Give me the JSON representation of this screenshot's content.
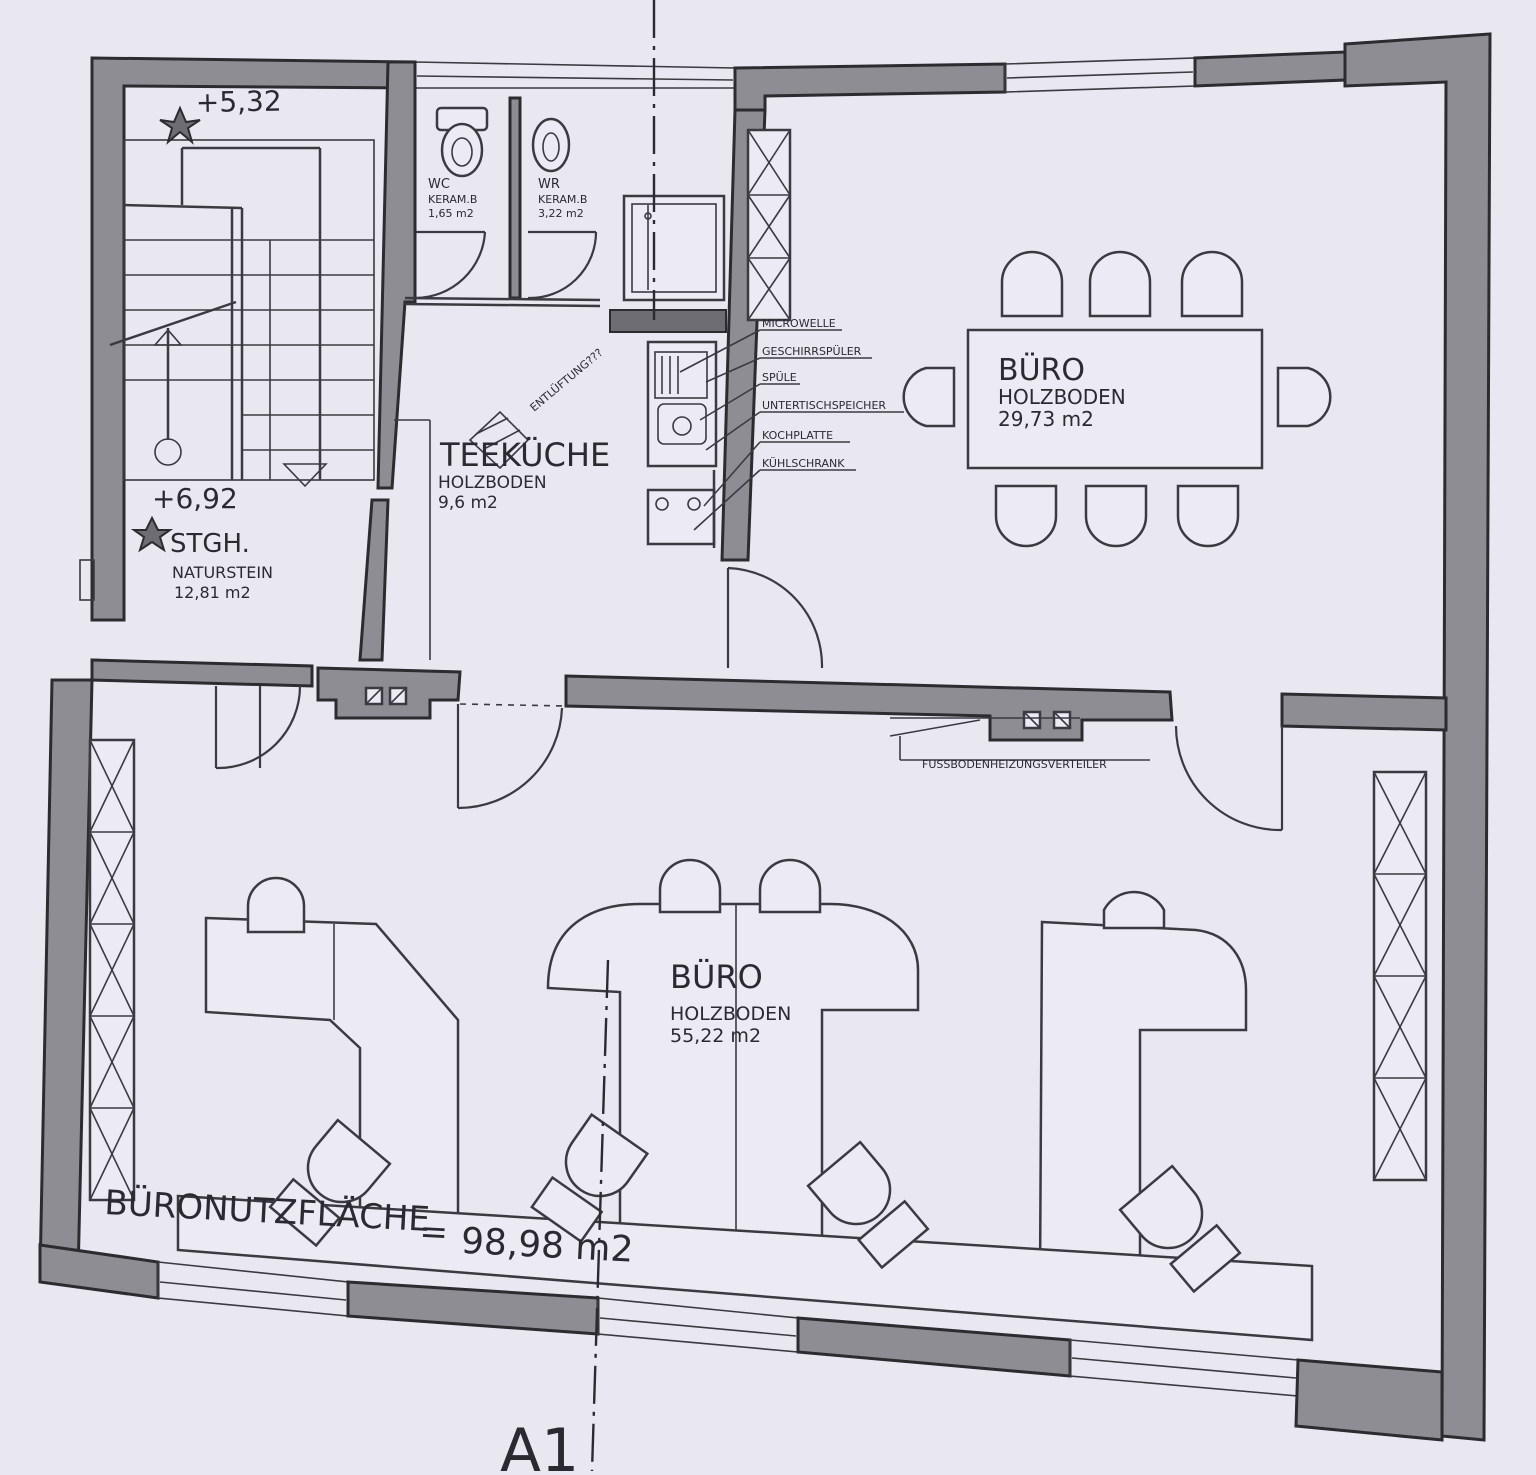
{
  "plan": {
    "levels": {
      "top": "+5,32",
      "stair": "+6,92"
    },
    "rooms": {
      "stair": {
        "name": "STGH.",
        "floor": "NATURSTEIN",
        "area": "12,81 m2"
      },
      "wc": {
        "name": "WC",
        "floor": "KERAM.B",
        "area": "1,65 m2"
      },
      "wr": {
        "name": "WR",
        "floor": "KERAM.B",
        "area": "3,22 m2"
      },
      "kitchen": {
        "name": "TEEKÜCHE",
        "floor": "HOLZBODEN",
        "area": "9,6 m2"
      },
      "office_small": {
        "name": "BÜRO",
        "floor": "HOLZBODEN",
        "area": "29,73 m2"
      },
      "office_large": {
        "name": "BÜRO",
        "floor": "HOLZBODEN",
        "area": "55,22 m2"
      }
    },
    "kitchen_labels": [
      "MICROWELLE",
      "GESCHIRRSPÜLER",
      "SPÜLE",
      "UNTERTISCHSPEICHER",
      "KOCHPLATTE",
      "KÜHLSCHRANK"
    ],
    "vent_label": "ENTLÜFTUNG???",
    "heating_label": "FUSSBODENHEIZUNGSVERTEILER",
    "total": {
      "label": "BÜRONUTZFLÄCHE",
      "eq": "=",
      "value": "98,98 m2"
    },
    "axis_label": "A1"
  }
}
